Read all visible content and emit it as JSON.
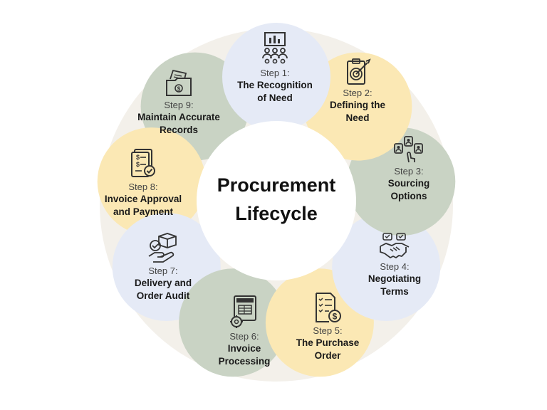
{
  "title": {
    "line1": "Procurement",
    "line2": "Lifecycle"
  },
  "colors": {
    "blue": "#e5eaf6",
    "yellow": "#fbe8b4",
    "green": "#c9d3c4",
    "center": "#ffffff"
  },
  "steps": [
    {
      "num": "Step 1:",
      "name": "The Recognition\nof Need",
      "icon": "presentation-audience-icon",
      "color": "blue"
    },
    {
      "num": "Step 2:",
      "name": "Defining the\nNeed",
      "icon": "target-clipboard-icon",
      "color": "yellow"
    },
    {
      "num": "Step 3:",
      "name": "Sourcing\nOptions",
      "icon": "supplier-selection-icon",
      "color": "green"
    },
    {
      "num": "Step 4:",
      "name": "Negotiating\nTerms",
      "icon": "handshake-icon",
      "color": "blue"
    },
    {
      "num": "Step 5:",
      "name": "The Purchase\nOrder",
      "icon": "purchase-order-icon",
      "color": "yellow"
    },
    {
      "num": "Step 6:",
      "name": "Invoice\nProcessing",
      "icon": "invoice-gear-icon",
      "color": "green"
    },
    {
      "num": "Step 7:",
      "name": "Delivery and\nOrder Audit",
      "icon": "package-delivery-icon",
      "color": "blue"
    },
    {
      "num": "Step 8:",
      "name": "Invoice Approval\nand Payment",
      "icon": "approved-document-icon",
      "color": "yellow"
    },
    {
      "num": "Step 9:",
      "name": "Maintain Accurate\nRecords",
      "icon": "records-folder-icon",
      "color": "green"
    }
  ]
}
